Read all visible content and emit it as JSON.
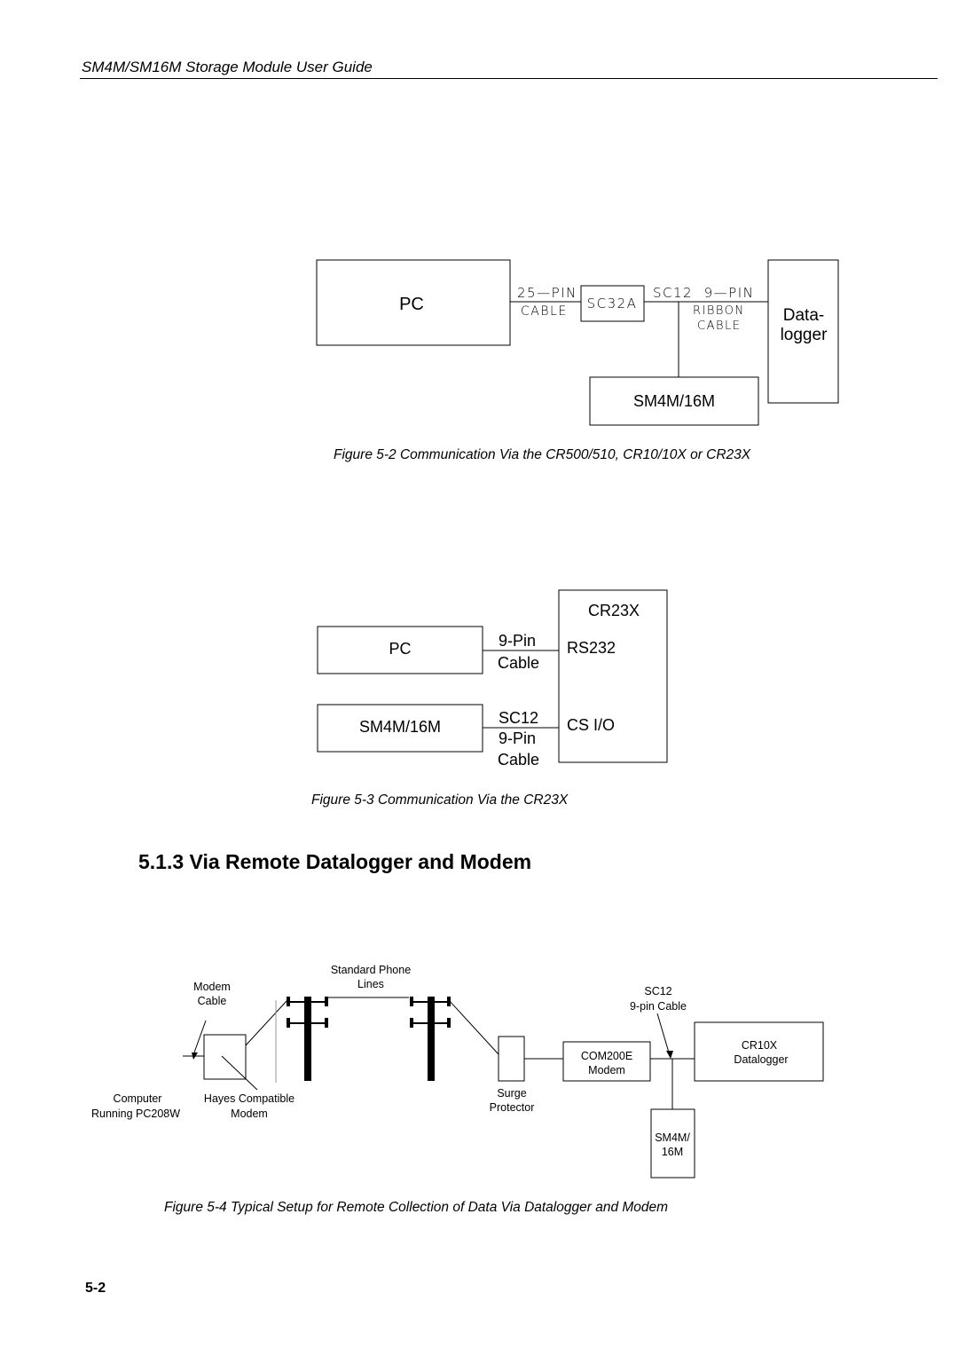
{
  "header": {
    "title": "SM4M/SM16M Storage Module User Guide"
  },
  "fig2": {
    "pc": "PC",
    "cable25_top": "25—PIN",
    "cable25_bot": "CABLE",
    "sc32a": "SC32A",
    "sc12_top": "SC12  9—PIN",
    "ribbon": "RIBBON",
    "cable_bot": "CABLE",
    "datalogger_1": "Data-",
    "datalogger_2": "logger",
    "sm": "SM4M/16M",
    "caption": "Figure 5-2  Communication Via the CR500/510, CR10/10X or CR23X"
  },
  "fig3": {
    "cr23x": "CR23X",
    "pc": "PC",
    "pin9": "9-Pin",
    "cable": "Cable",
    "rs232": "RS232",
    "sm": "SM4M/16M",
    "sc12": "SC12",
    "pin9b": "9-Pin",
    "cableb": "Cable",
    "csio": "CS I/O",
    "caption": "Figure 5-3  Communication Via the CR23X"
  },
  "section": {
    "title": "5.1.3  Via Remote Datalogger and Modem"
  },
  "fig4": {
    "phone_1": "Standard Phone",
    "phone_2": "Lines",
    "modemcable_1": "Modem",
    "modemcable_2": "Cable",
    "sc12_1": "SC12",
    "sc12_2": "9-pin Cable",
    "cr10x_1": "CR10X",
    "cr10x_2": "Datalogger",
    "com_1": "COM200E",
    "com_2": "Modem",
    "computer_1": "Computer",
    "computer_2": "Running PC208W",
    "hayes_1": "Hayes Compatible",
    "hayes_2": "Modem",
    "surge_1": "Surge",
    "surge_2": "Protector",
    "sm_1": "SM4M/",
    "sm_2": "16M",
    "caption": "Figure 5-4  Typical Setup for Remote Collection of Data Via Datalogger and Modem"
  },
  "page": {
    "number": "5-2"
  }
}
